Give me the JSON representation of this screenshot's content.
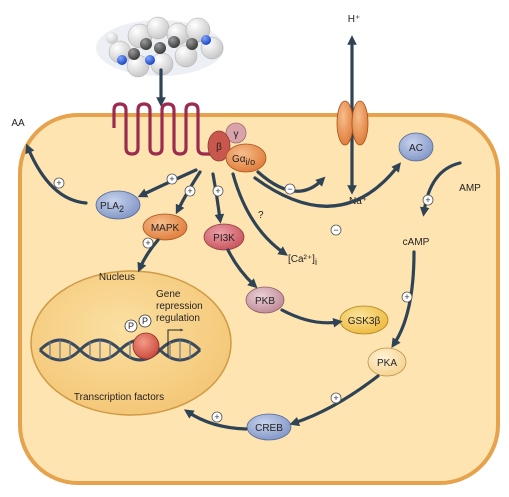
{
  "labels": {
    "h_plus": "H⁺",
    "aa": "AA",
    "na_plus": "Na⁺",
    "ac": "AC",
    "amp": "AMP",
    "pla2": "PLA",
    "pla2_sub": "2",
    "mapk": "MAPK",
    "pi3k": "PI3K",
    "question": "?",
    "ca": "[Ca²⁺]",
    "ca_sub": "i",
    "camp": "cAMP",
    "pkb": "PKB",
    "gsk3b": "GSK3β",
    "pka": "PKA",
    "creb": "CREB",
    "nucleus": "Nucleus",
    "gene_line1": "Gene",
    "gene_line2": "repression",
    "gene_line3": "regulation",
    "transcription_factors": "Transcription factors",
    "beta": "β",
    "gamma": "γ",
    "galpha": "Gα",
    "galpha_sub": "i/o",
    "p1": "P",
    "p2": "P"
  },
  "signs": {
    "plus": "+",
    "minus": "−"
  },
  "colors": {
    "cell_fill": "#fde4b0",
    "cell_stroke": "#e8a94a",
    "nucleus_fill": "#f7cf84",
    "nucleus_stroke": "#cf9a44",
    "arrow": "#2f4356",
    "receptor": "#9b2b4f",
    "channel": "#ec9a56",
    "enzyme_blue": "#8fa3cf",
    "enzyme_orange": "#ea8d4b",
    "pi3k": "#d46b74",
    "pkb": "#d1a3ad",
    "gsk3b": "#f2c653",
    "pka": "#fbe0a6",
    "g_beta": "#c6574d",
    "g_gamma": "#d6a1a6",
    "g_alpha": "#e58f4b"
  }
}
